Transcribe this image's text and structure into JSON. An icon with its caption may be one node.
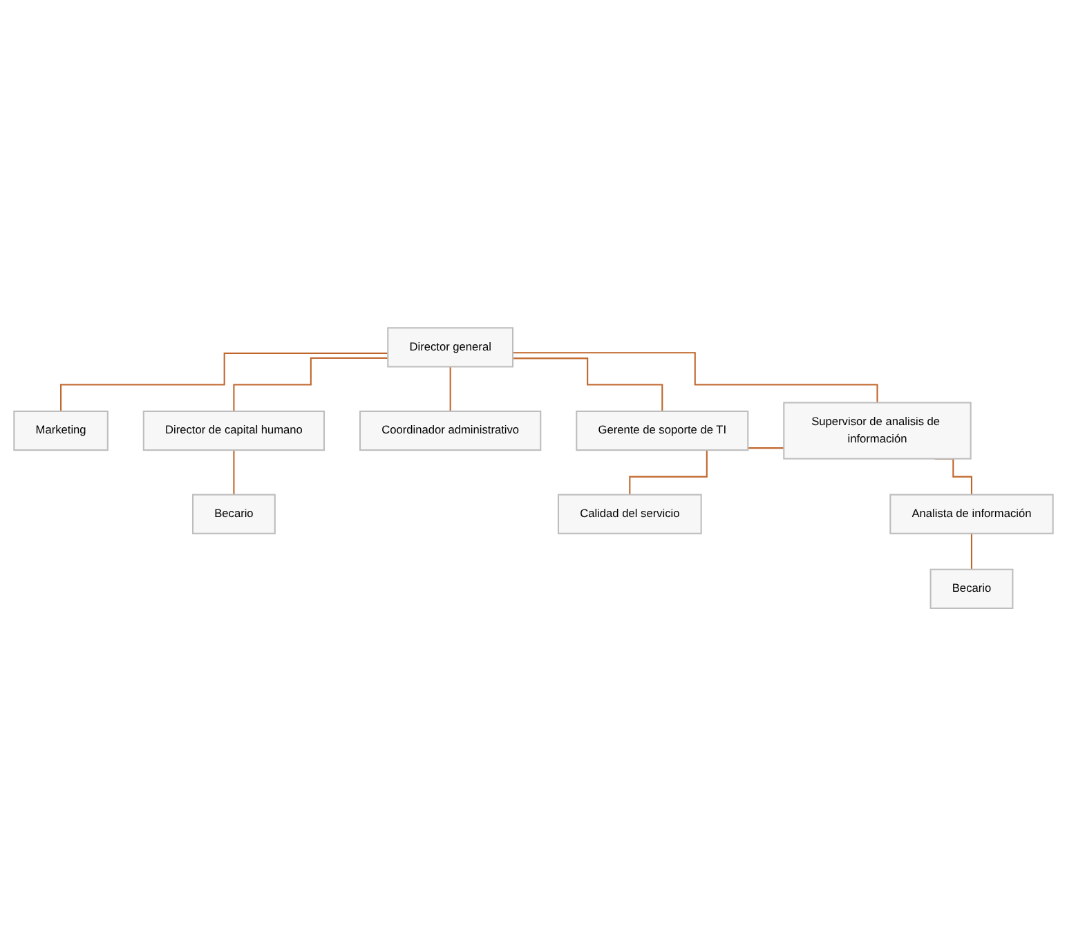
{
  "diagram": {
    "nodes": [
      {
        "text": [
          "Director general"
        ]
      },
      {
        "text": [
          "Marketing"
        ]
      },
      {
        "text": [
          "Director de capital humano"
        ]
      },
      {
        "text": [
          "Coordinador administrativo"
        ]
      },
      {
        "text": [
          "Gerente de soporte de TI"
        ]
      },
      {
        "text": [
          "Supervisor de analisis de información"
        ]
      },
      {
        "text": [
          "Becario"
        ]
      },
      {
        "text": [
          "Calidad del servicio"
        ]
      },
      {
        "text": [
          "Analista de información"
        ]
      },
      {
        "text": [
          "Becario"
        ]
      }
    ],
    "edges": [
      {
        "from": 0,
        "to": 1,
        "arrow": "none"
      },
      {
        "from": 0,
        "to": 2,
        "arrow": "none"
      },
      {
        "from": 0,
        "to": 3,
        "arrow": "none"
      },
      {
        "from": 0,
        "to": 4,
        "arrow": "none"
      },
      {
        "from": 0,
        "to": 5,
        "arrow": "none"
      },
      {
        "from": 2,
        "to": 6,
        "arrow": "none"
      },
      {
        "from": 5,
        "to": 7,
        "arrow": "none"
      },
      {
        "from": 5,
        "to": 8,
        "arrow": "none"
      },
      {
        "from": 8,
        "to": 9,
        "arrow": "none"
      }
    ]
  }
}
